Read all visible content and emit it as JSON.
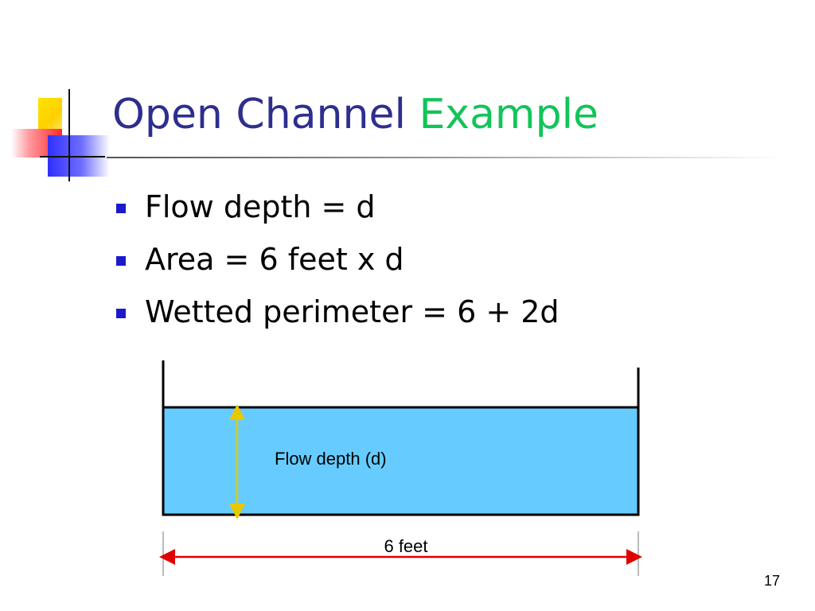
{
  "slide": {
    "title_part1": "Open Channel",
    "title_part2": "Example",
    "bullets": [
      "Flow depth = d",
      "Area = 6 feet x d",
      "Wetted perimeter = 6 + 2d"
    ],
    "diagram": {
      "depth_label": "Flow depth (d)",
      "width_label": "6 feet"
    },
    "page_number": "17"
  },
  "colors": {
    "title_blue": "#2e2e8f",
    "title_green": "#12c45a",
    "bullet_marker": "#1a1acc",
    "water": "#66ccff",
    "depth_arrow": "#e8c800",
    "width_arrow": "#e00000"
  }
}
